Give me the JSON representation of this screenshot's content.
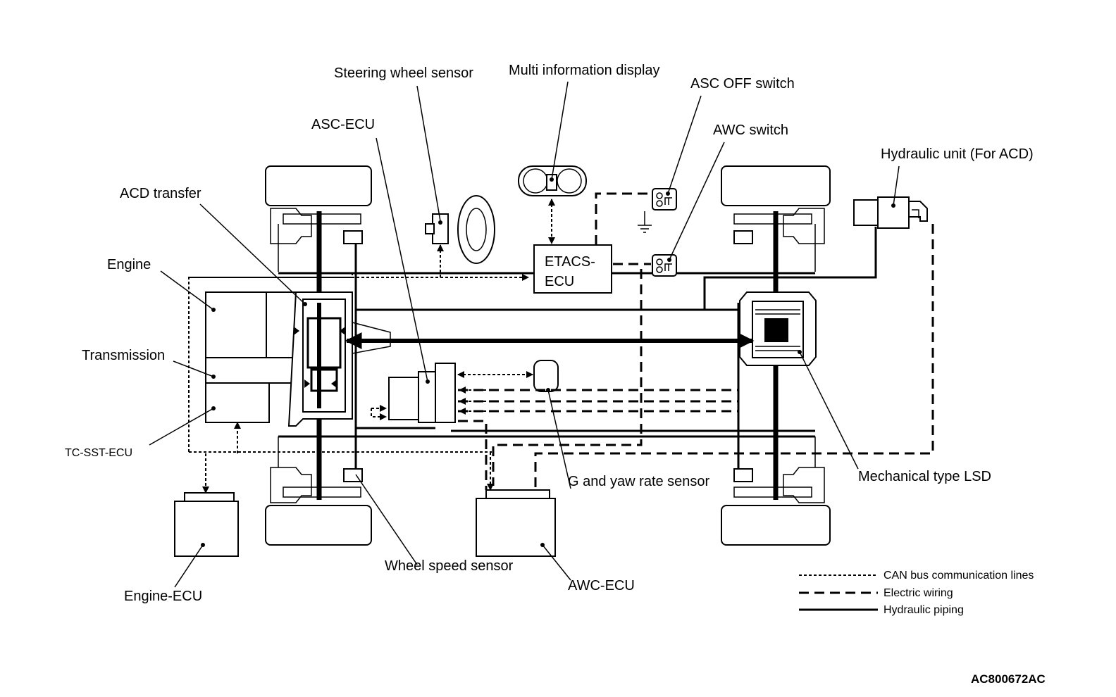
{
  "labels": {
    "steering_wheel_sensor": "Steering wheel sensor",
    "multi_information_display": "Multi information display",
    "asc_off_switch": "ASC OFF switch",
    "awc_switch": "AWC switch",
    "asc_ecu": "ASC-ECU",
    "hydraulic_unit": "Hydraulic unit (For ACD)",
    "acd_transfer": "ACD transfer",
    "engine": "Engine",
    "transmission": "Transmission",
    "tc_sst_ecu": "TC-SST-ECU",
    "engine_ecu": "Engine-ECU",
    "wheel_speed_sensor": "Wheel speed sensor",
    "awc_ecu": "AWC-ECU",
    "g_yaw_sensor": "G and yaw rate sensor",
    "mechanical_lsd": "Mechanical type LSD",
    "etacs_ecu_line1": "ETACS-",
    "etacs_ecu_line2": "ECU"
  },
  "legend": {
    "can": "CAN bus communication lines",
    "electric": "Electric wiring",
    "hydraulic": "Hydraulic piping"
  },
  "figure_code": "AC800672AC"
}
